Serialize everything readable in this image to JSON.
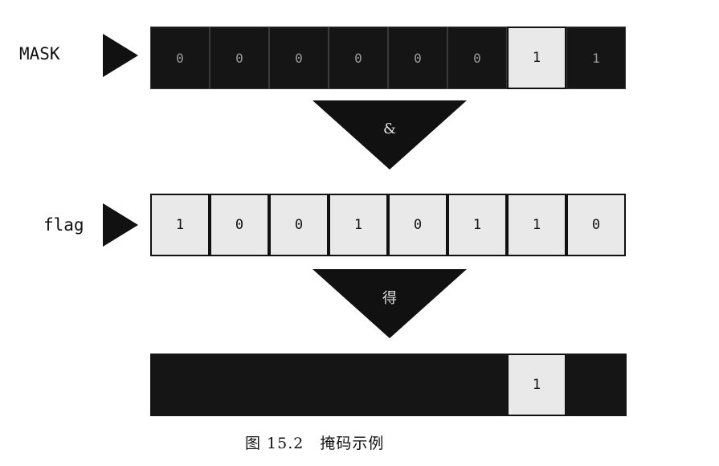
{
  "mask": {
    "label": "MASK",
    "bits": [
      {
        "value": "0",
        "highlight": false
      },
      {
        "value": "0",
        "highlight": false
      },
      {
        "value": "0",
        "highlight": false
      },
      {
        "value": "0",
        "highlight": false
      },
      {
        "value": "0",
        "highlight": false
      },
      {
        "value": "0",
        "highlight": false
      },
      {
        "value": "1",
        "highlight": true
      },
      {
        "value": "1",
        "highlight": false
      }
    ]
  },
  "operator_and": "&",
  "flag": {
    "label": "flag",
    "bits": [
      "1",
      "0",
      "0",
      "1",
      "0",
      "1",
      "1",
      "0"
    ]
  },
  "operator_result": "得",
  "result": {
    "bits": [
      {
        "value": "",
        "highlight": false
      },
      {
        "value": "",
        "highlight": false
      },
      {
        "value": "",
        "highlight": false
      },
      {
        "value": "",
        "highlight": false
      },
      {
        "value": "",
        "highlight": false
      },
      {
        "value": "",
        "highlight": false
      },
      {
        "value": "1",
        "highlight": true
      },
      {
        "value": "",
        "highlight": false
      }
    ]
  },
  "caption": "图 15.2　掩码示例"
}
